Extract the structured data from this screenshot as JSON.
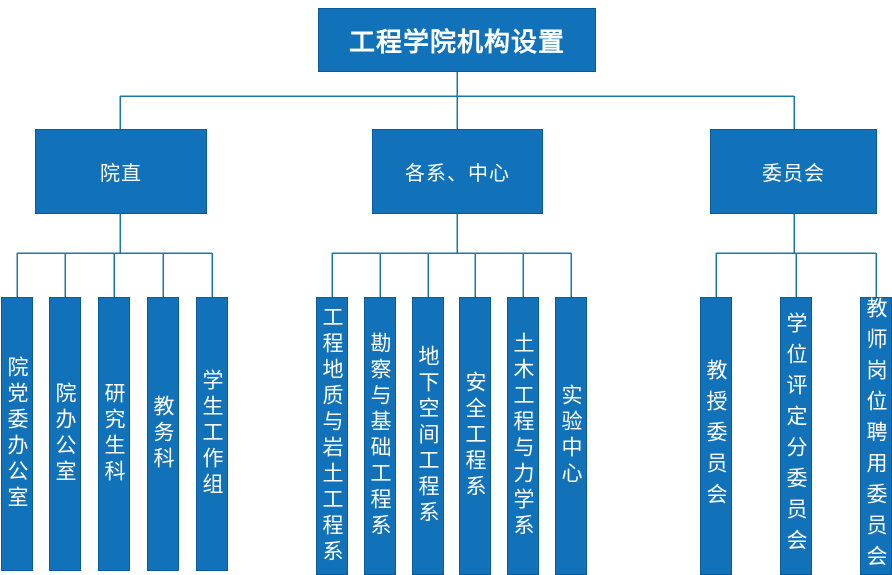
{
  "org": {
    "title": "工程学院机构设置",
    "groups": [
      {
        "label": "院直",
        "children": [
          "院党委办公室",
          "院办公室",
          "研究生科",
          "教务科",
          "学生工作组"
        ]
      },
      {
        "label": "各系、中心",
        "children": [
          "工程地质与岩土工程系",
          "勘察与基础工程系",
          "地下空间工程系",
          "安全工程系",
          "土木工程与力学系",
          "实验中心"
        ]
      },
      {
        "label": "委员会",
        "children": [
          "教授委员会",
          "学位评定分委员会",
          "教师岗位聘用委员会"
        ]
      }
    ],
    "colors": {
      "box_fill": "#1172B9",
      "box_border": "#0B5B9B",
      "connector": "#1878AE",
      "text": "#FFFFFF",
      "background": "#FFFFFF"
    }
  }
}
